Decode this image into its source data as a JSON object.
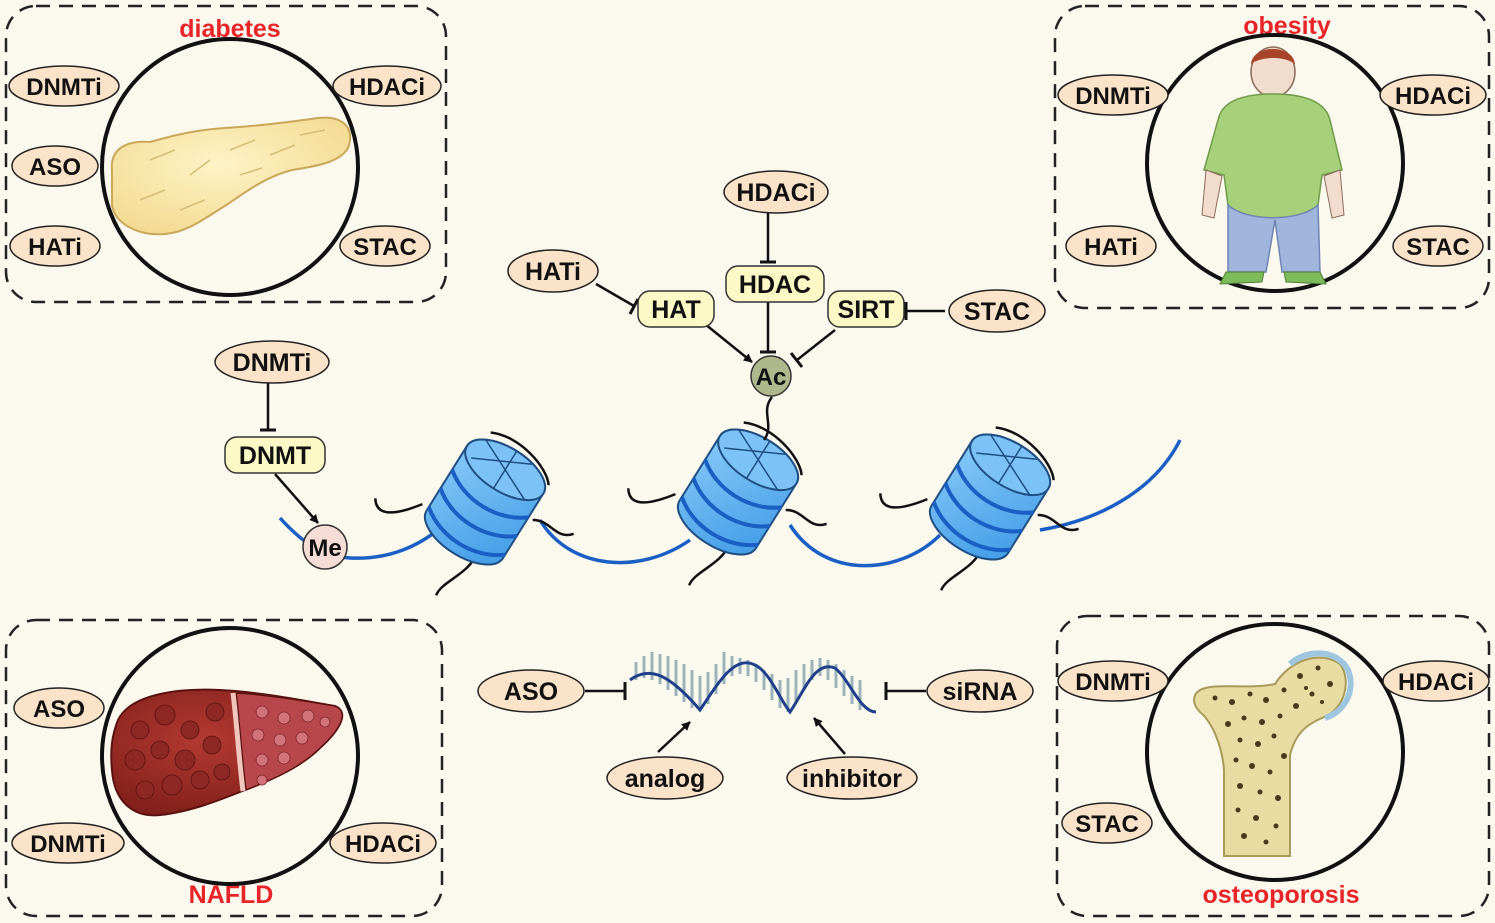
{
  "colors": {
    "background": "#fbf8ee",
    "drug_pill": "#fbe3c9",
    "enzyme_box": "#fdf9c6",
    "disease_title": "#e8242b",
    "dna_strand": "#1a5fc4",
    "nucleosome": "#5ab2f4",
    "acetyl_mark": "#aeb88c",
    "methyl_mark": "#f5dcd4"
  },
  "panels": {
    "diabetes": {
      "title": "diabetes",
      "organ": "pancreas-icon",
      "labels": [
        "DNMTi",
        "HDACi",
        "ASO",
        "HATi",
        "STAC"
      ]
    },
    "obesity": {
      "title": "obesity",
      "organ": "obese-person-icon",
      "labels": [
        "DNMTi",
        "HDACi",
        "HATi",
        "STAC"
      ]
    },
    "nafld": {
      "title": "NAFLD",
      "organ": "liver-icon",
      "labels": [
        "ASO",
        "DNMTi",
        "HDACi"
      ]
    },
    "osteoporosis": {
      "title": "osteoporosis",
      "organ": "femur-bone-icon",
      "labels": [
        "DNMTi",
        "HDACi",
        "STAC"
      ]
    }
  },
  "center": {
    "inhibitors": {
      "hdaci": "HDACi",
      "hati": "HATi",
      "stac": "STAC",
      "dnmti": "DNMTi"
    },
    "enzymes": {
      "hdac": "HDAC",
      "hat": "HAT",
      "sirt": "SIRT",
      "dnmt": "DNMT"
    },
    "marks": {
      "acetyl": "Ac",
      "methyl": "Me"
    },
    "rna": {
      "aso": "ASO",
      "sirna": "siRNA",
      "analog": "analog",
      "inhibitor": "inhibitor"
    }
  }
}
